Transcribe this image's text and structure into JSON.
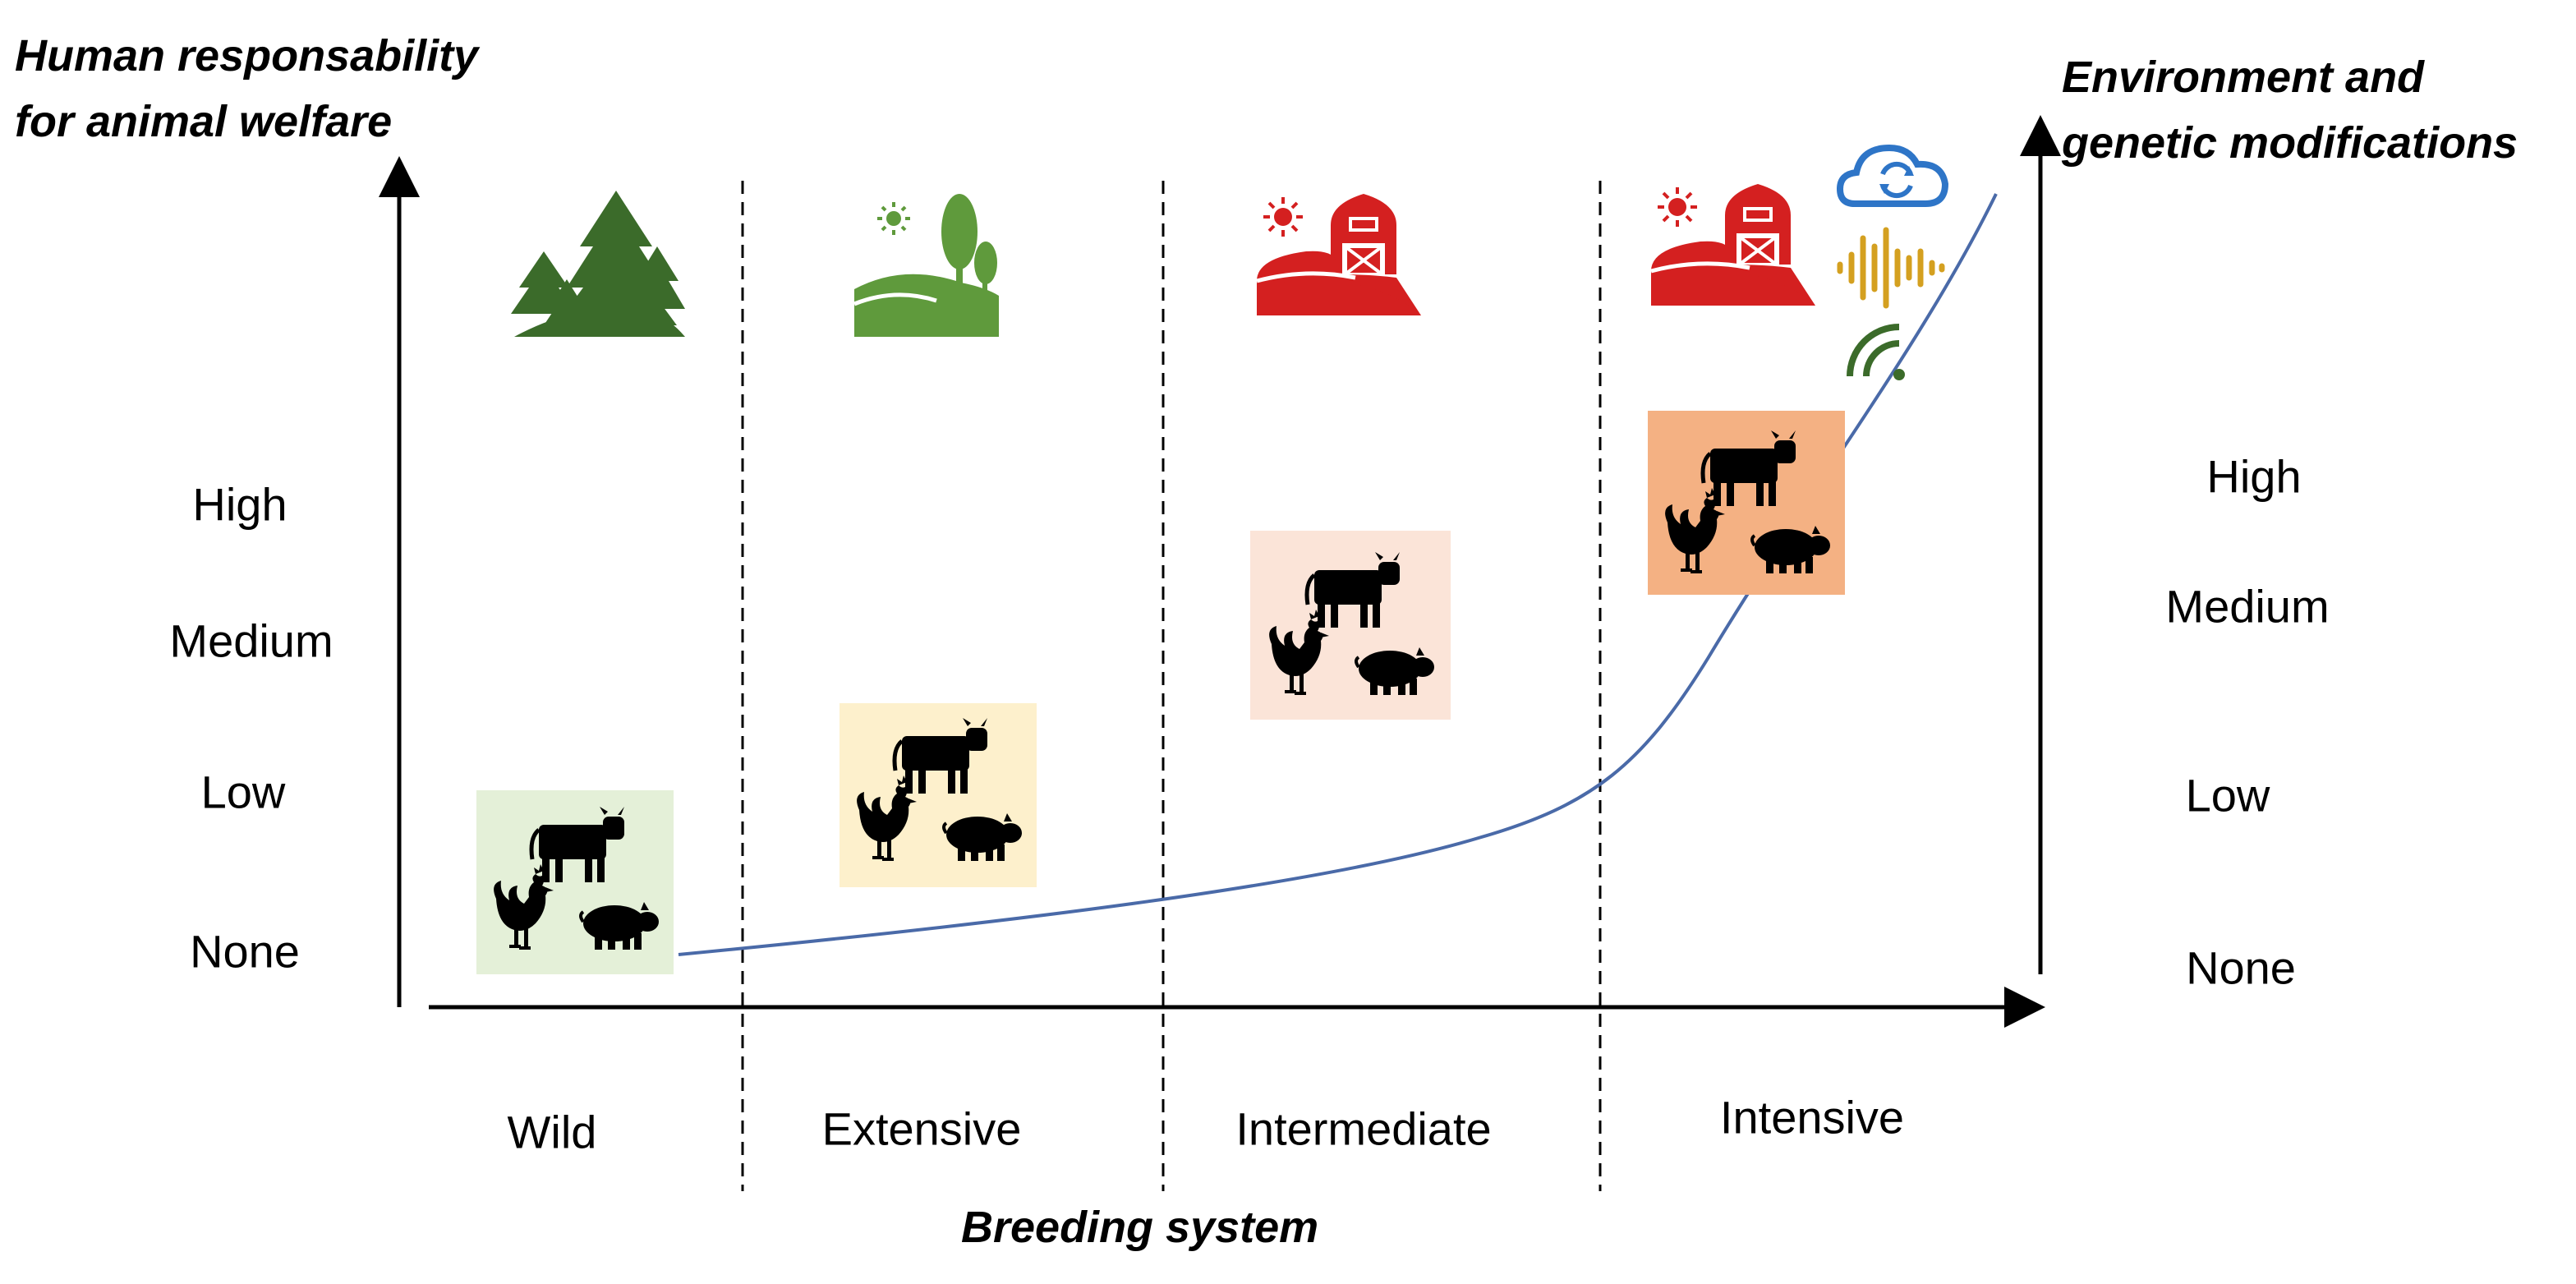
{
  "left_axis_title": [
    "Human responsability",
    "for animal welfare"
  ],
  "right_axis_title": [
    "Environment and",
    "genetic modifications"
  ],
  "x_axis_title": "Breeding system",
  "left_levels": [
    "High",
    "Medium",
    "Low",
    "None"
  ],
  "right_levels": [
    "High",
    "Medium",
    "Low",
    "None"
  ],
  "breeding_systems": [
    "Wild",
    "Extensive",
    "Intermediate",
    "Intensive"
  ],
  "colors": {
    "forest": "#3b6b2a",
    "meadow": "#5f9a3c",
    "barn": "#d42020",
    "cloud": "#2e75c7",
    "signal": "#d4a020",
    "wifi": "#3b6b2a",
    "curve": "#4a6aa8",
    "panel_wild": "#e4f0d8",
    "panel_extensive": "#fdf0cc",
    "panel_intermediate": "#fbe4d8",
    "panel_intensive": "#f4b183"
  },
  "icons": {
    "wild": "forest-icon",
    "extensive": "meadow-icon",
    "intermediate": "barn-icon",
    "intensive": [
      "barn-icon",
      "cloud-sync-icon",
      "sound-wave-icon",
      "wifi-icon"
    ],
    "animals": [
      "cow-icon",
      "rooster-icon",
      "pig-icon"
    ]
  }
}
